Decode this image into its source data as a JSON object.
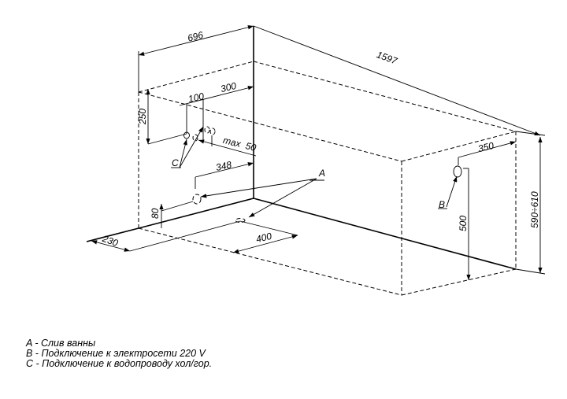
{
  "dimensions": {
    "width": "696",
    "length": "1597",
    "height_range": "590÷610",
    "tap_height": "250",
    "tap_spacing": "100",
    "tap_offset": "300",
    "tap_protrusion": "max  50",
    "drain_offset": "348",
    "drain_height": "80",
    "floor_drain_depth": "230",
    "floor_drain_offset": "400",
    "socket_offset": "350",
    "socket_height": "500"
  },
  "markers": {
    "a": "A",
    "b": "B",
    "c": "C"
  },
  "legend": [
    "A - Слив ванны",
    "B - Подключение к электросети 220 V",
    "C - Подключение к водопроводу хол/гор."
  ]
}
